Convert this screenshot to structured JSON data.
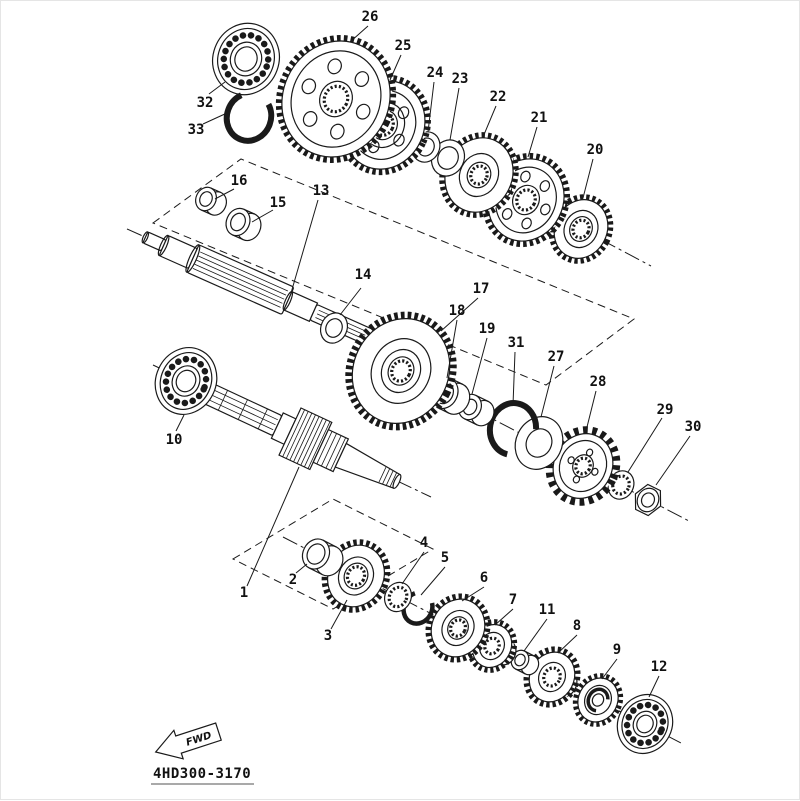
{
  "diagram": {
    "code": "4HD300-3170",
    "fwd_label": "FWD",
    "colors": {
      "ink": "#1a1a1a",
      "paper": "#ffffff"
    },
    "callouts": [
      {
        "label": "1"
      },
      {
        "label": "2"
      },
      {
        "label": "3"
      },
      {
        "label": "4"
      },
      {
        "label": "5"
      },
      {
        "label": "6"
      },
      {
        "label": "7"
      },
      {
        "label": "8"
      },
      {
        "label": "9"
      },
      {
        "label": "10"
      },
      {
        "label": "11"
      },
      {
        "label": "12"
      },
      {
        "label": "13"
      },
      {
        "label": "14"
      },
      {
        "label": "15"
      },
      {
        "label": "16"
      },
      {
        "label": "17"
      },
      {
        "label": "18"
      },
      {
        "label": "19"
      },
      {
        "label": "20"
      },
      {
        "label": "21"
      },
      {
        "label": "22"
      },
      {
        "label": "23"
      },
      {
        "label": "24"
      },
      {
        "label": "25"
      },
      {
        "label": "26"
      },
      {
        "label": "27"
      },
      {
        "label": "28"
      },
      {
        "label": "29"
      },
      {
        "label": "30"
      },
      {
        "label": "31"
      },
      {
        "label": "32"
      },
      {
        "label": "33"
      }
    ]
  }
}
